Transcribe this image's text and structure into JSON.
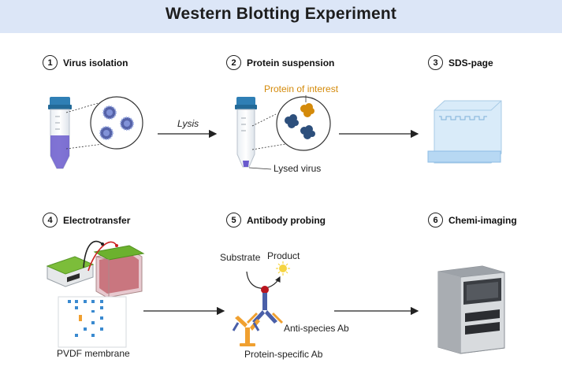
{
  "title": "Western Blotting Experiment",
  "steps": [
    {
      "number": "1",
      "label": "Virus isolation"
    },
    {
      "number": "2",
      "label": "Protein suspension"
    },
    {
      "number": "3",
      "label": "SDS-page"
    },
    {
      "number": "4",
      "label": "Electrotransfer"
    },
    {
      "number": "5",
      "label": "Antibody probing"
    },
    {
      "number": "6",
      "label": "Chemi-imaging"
    }
  ],
  "annotations": {
    "lysis": "Lysis",
    "protein_of_interest": "Protein of interest",
    "lysed_virus": "Lysed virus",
    "pvdf_membrane": "PVDF membrane",
    "substrate": "Substrate",
    "product": "Product",
    "anti_species_ab": "Anti-species Ab",
    "protein_specific_ab": "Protein-specific Ab"
  },
  "colors": {
    "header_bg": "#dce6f7",
    "protein_of_interest": "#d48a0a",
    "tube_cap": "#2f7fb5",
    "tube_liquid": "#6a5acd",
    "anti_species_ab": "#4a5fa8",
    "protein_specific_ab": "#f0a030",
    "substrate_product": "#f5d442"
  },
  "icons": [
    "centrifuge-tube-icon",
    "virus-icon",
    "protein-icon",
    "gel-cassette-icon",
    "transfer-apparatus-icon",
    "membrane-icon",
    "antibody-icon",
    "imager-icon",
    "arrow-icon"
  ]
}
